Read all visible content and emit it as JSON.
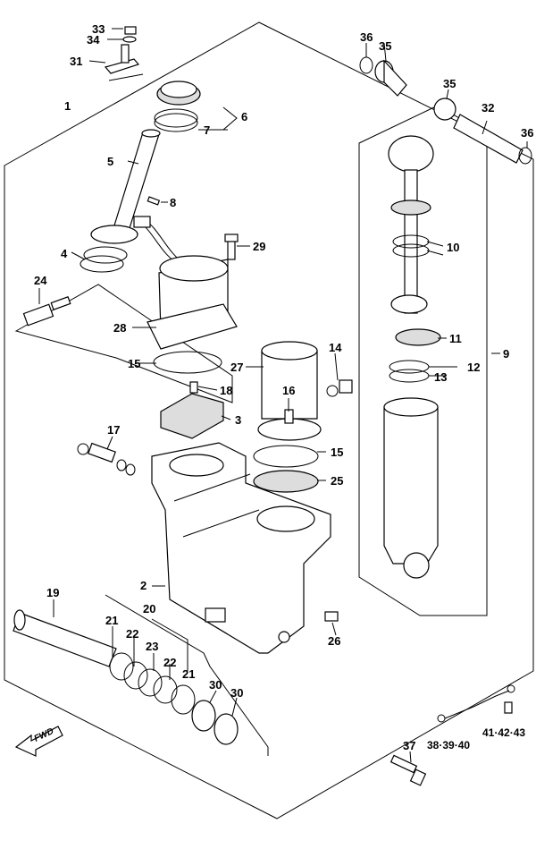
{
  "labels": {
    "l1": "1",
    "l2": "2",
    "l3": "3",
    "l4": "4",
    "l5": "5",
    "l6": "6",
    "l7": "7",
    "l8": "8",
    "l9": "9",
    "l10": "10",
    "l11": "11",
    "l12": "12",
    "l13": "13",
    "l14": "14",
    "l15a": "15",
    "l15b": "15",
    "l16": "16",
    "l17": "17",
    "l18": "18",
    "l19": "19",
    "l20": "20",
    "l21a": "21",
    "l21b": "21",
    "l22a": "22",
    "l22b": "22",
    "l23": "23",
    "l24": "24",
    "l25": "25",
    "l26": "26",
    "l27": "27",
    "l28": "28",
    "l29": "29",
    "l30a": "30",
    "l30b": "30",
    "l31": "31",
    "l32": "32",
    "l33": "33",
    "l34": "34",
    "l35a": "35",
    "l35b": "35",
    "l36a": "36",
    "l36b": "36",
    "l37": "37",
    "l383940": "38·39·40",
    "l414243": "41·42·43"
  },
  "fwd_label": "FWD"
}
